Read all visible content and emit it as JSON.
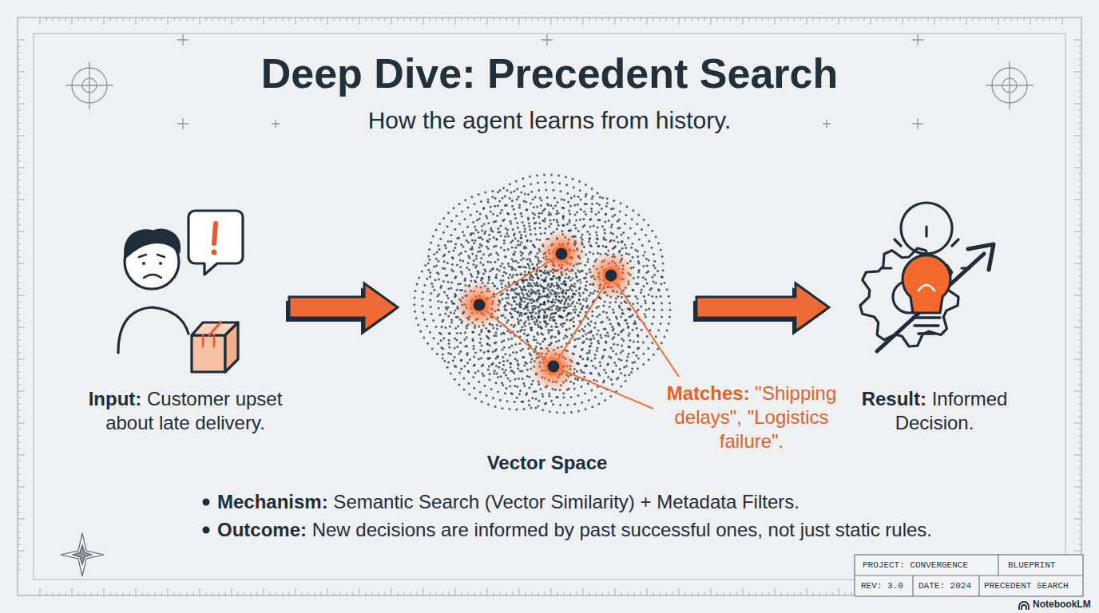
{
  "diagram": {
    "title": "Deep Dive: Precedent Search",
    "nodes": [
      {
        "text": [
          "Input: Customer upset about late delivery."
        ]
      },
      {
        "text": [
          "Vector Space"
        ]
      },
      {
        "text": [
          "Result: Informed Decision."
        ]
      }
    ],
    "edges": [
      {
        "from": 0,
        "to": 1,
        "arrow": "to"
      },
      {
        "from": 1,
        "to": 2,
        "arrow": "to"
      }
    ],
    "labels": [
      "How the agent learns from history.",
      "Matches: \"Shipping delays\", \"Logistics failure\".",
      "Mechanism: Semantic Search (Vector Similarity) + Metadata Filters.",
      "Outcome: New decisions are informed by past successful ones, not just static rules.",
      "PROJECT: CONVERGENCE",
      "BLUEPRINT",
      "REV: 3.0",
      "DATE: 2024",
      "PRECEDENT SEARCH",
      "NotebookLM"
    ]
  }
}
